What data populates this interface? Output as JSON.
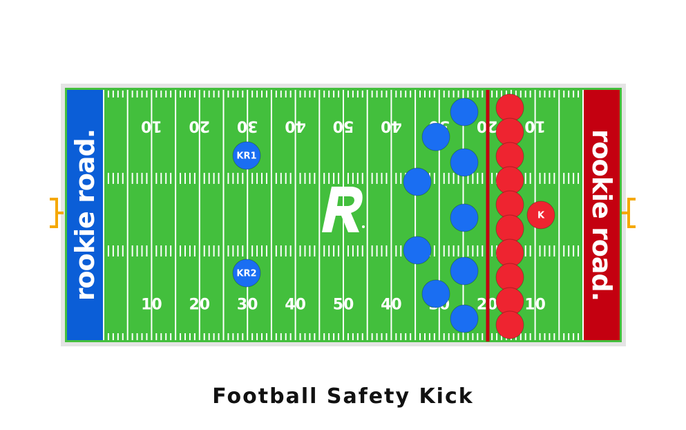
{
  "title": "Football Safety Kick",
  "endzones": {
    "left_text": "rookie road.",
    "right_text": "rookie road.",
    "left_color": "#0b5ed7",
    "right_color": "#c40010"
  },
  "field": {
    "turf_color": "#43bf3d",
    "border_color": "#e4e4e4",
    "goalpost_color": "#f5a800",
    "kick_line_color": "#c40010",
    "logo_icon": "rookie-road-r-logo-icon",
    "yard_numbers_bottom": [
      "10",
      "20",
      "30",
      "40",
      "50",
      "40",
      "30",
      "20",
      "10"
    ],
    "yard_numbers_top": [
      "10",
      "20",
      "30",
      "40",
      "50",
      "40",
      "30",
      "20",
      "10"
    ]
  },
  "team_colors": {
    "receiving": "#1a6ef2",
    "kicking": "#ee2430"
  },
  "players": {
    "receiving_team": [
      {
        "label": "KR1"
      },
      {
        "label": "KR2"
      },
      {
        "label": ""
      },
      {
        "label": ""
      },
      {
        "label": ""
      },
      {
        "label": ""
      },
      {
        "label": ""
      },
      {
        "label": ""
      },
      {
        "label": ""
      },
      {
        "label": ""
      },
      {
        "label": ""
      }
    ],
    "kicking_team": [
      {
        "label": "K"
      },
      {
        "label": ""
      },
      {
        "label": ""
      },
      {
        "label": ""
      },
      {
        "label": ""
      },
      {
        "label": ""
      },
      {
        "label": ""
      },
      {
        "label": ""
      },
      {
        "label": ""
      },
      {
        "label": ""
      },
      {
        "label": ""
      }
    ]
  }
}
